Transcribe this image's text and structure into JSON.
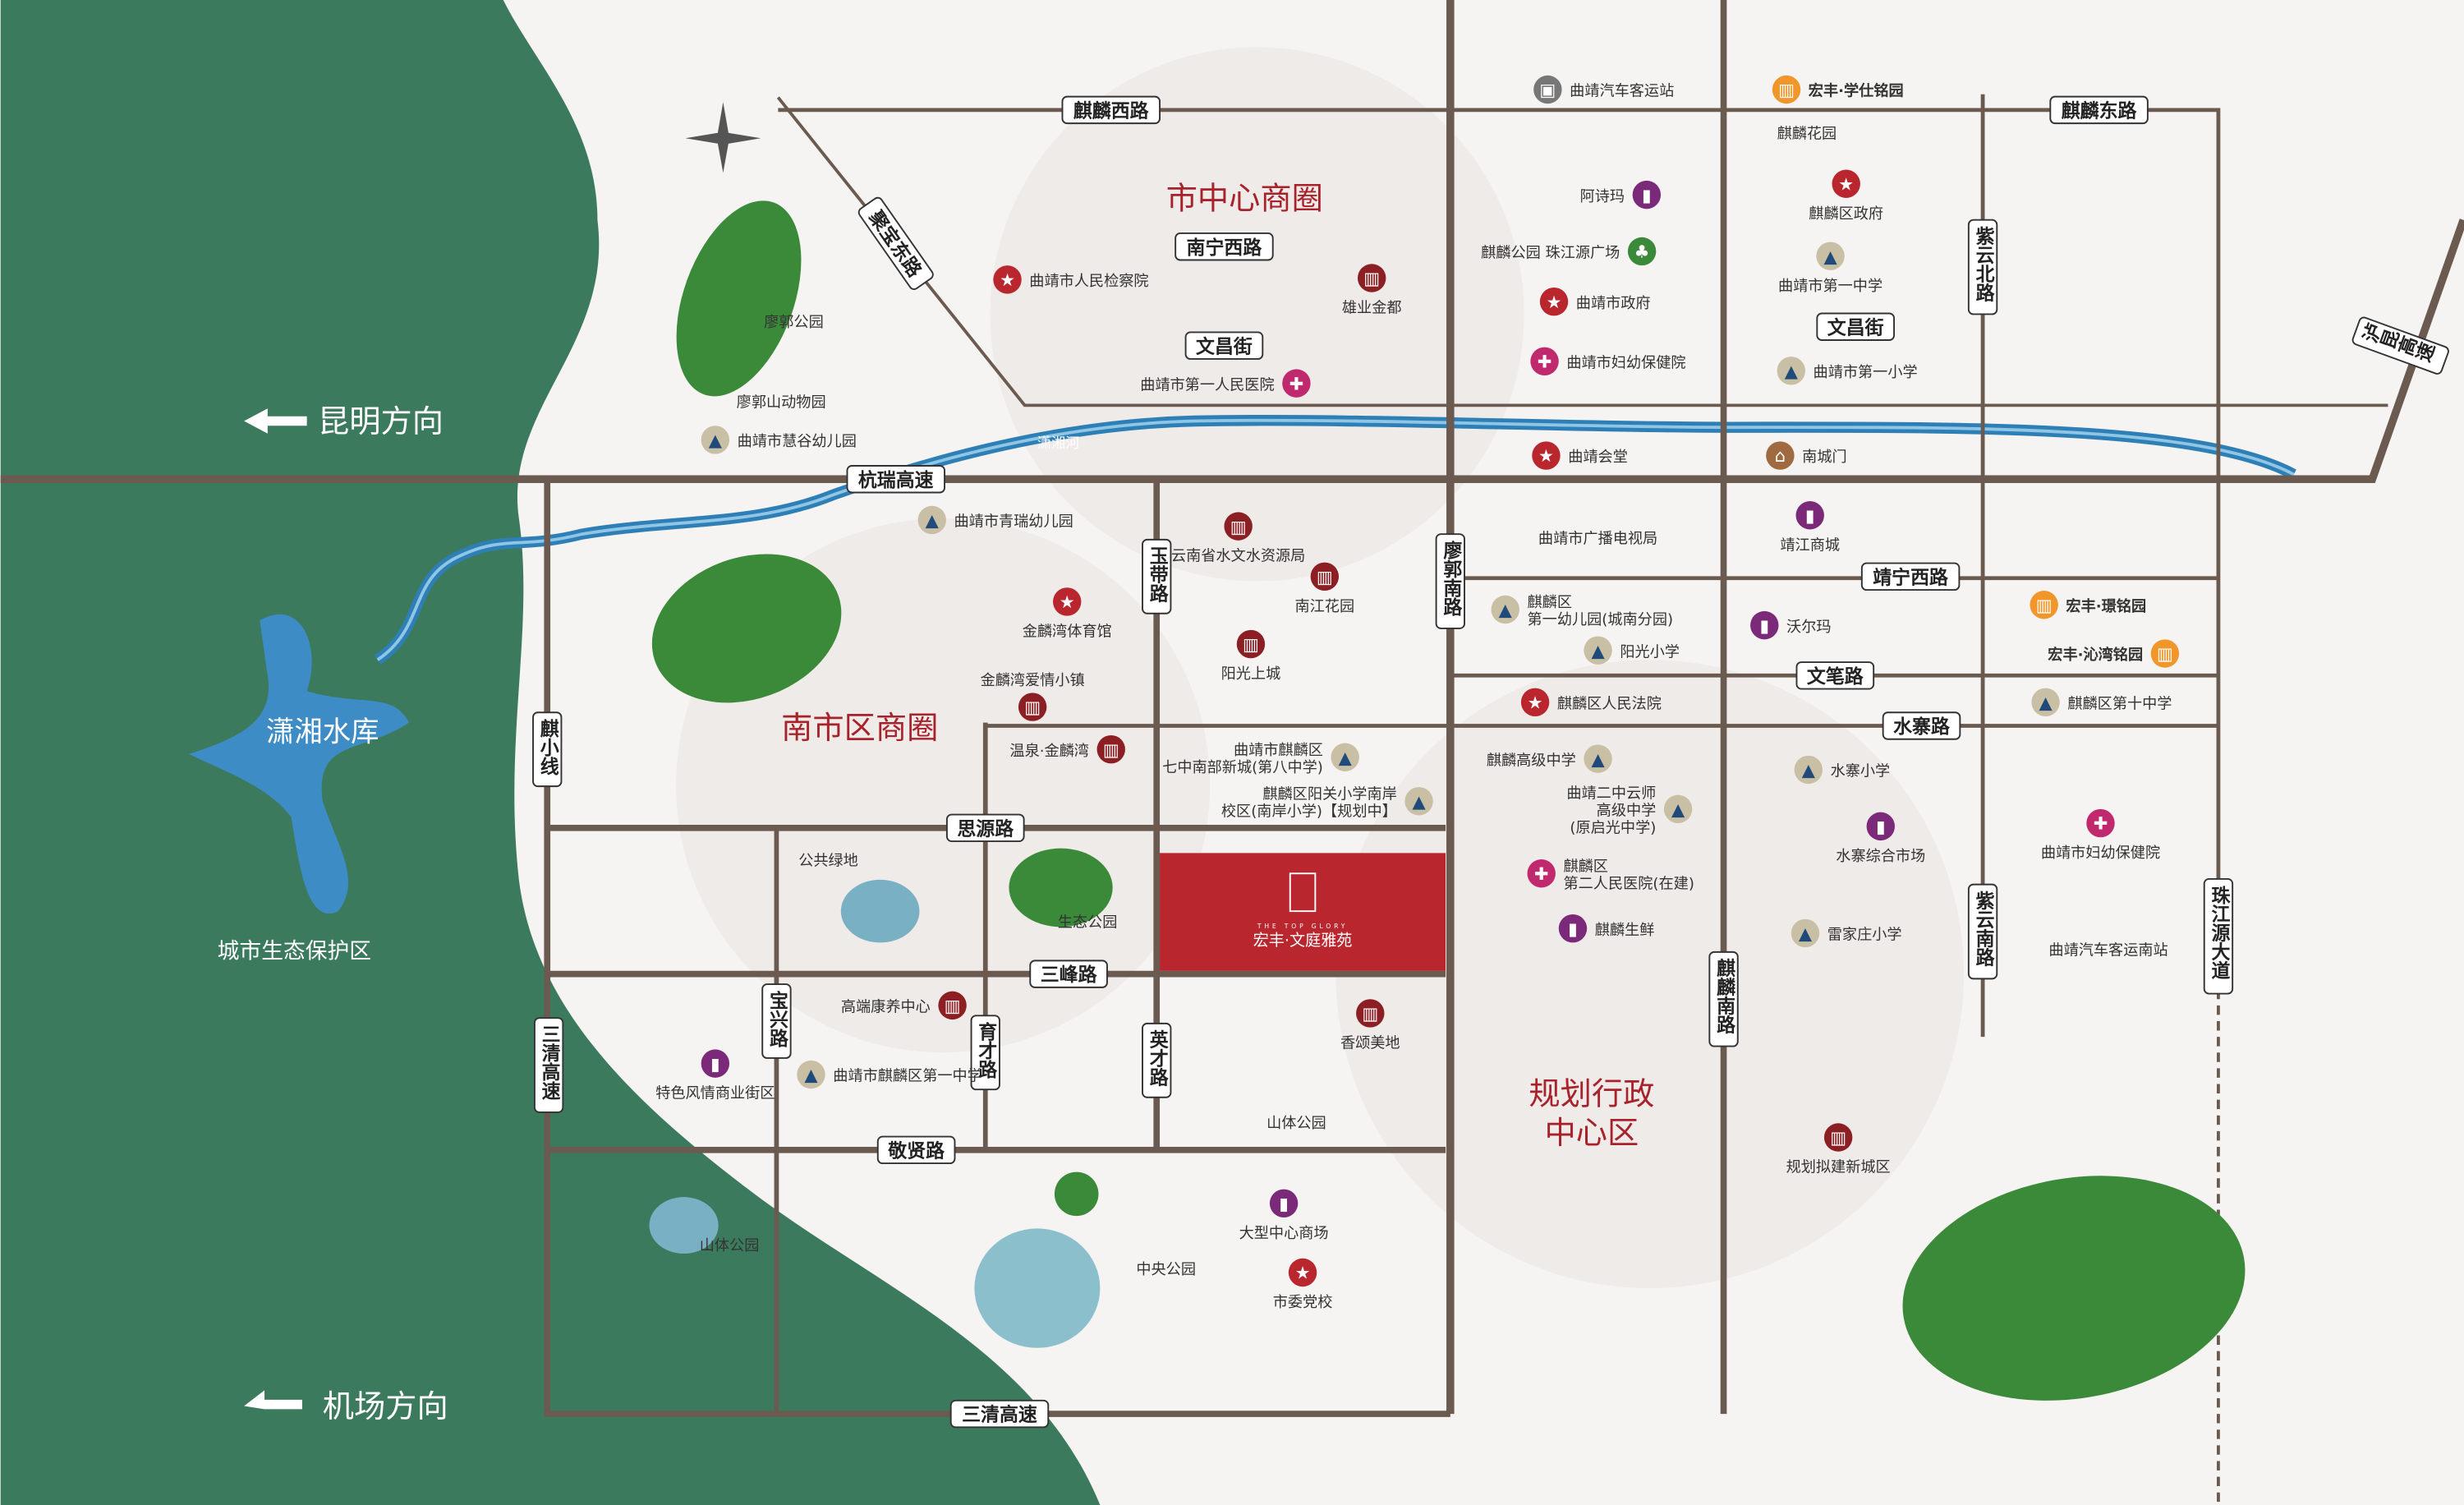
{
  "colors": {
    "forest": "#3c7a5e",
    "river": "#3a8cc4",
    "road": "#6b5a50",
    "project": "#b9262e",
    "accent": "#a8222b",
    "school": "#c9bfa4",
    "gov": "#b9262e",
    "hospital": "#c0296e",
    "shop": "#7a2a78",
    "residential": "#8c1f24",
    "hongfeng": "#f0962a"
  },
  "directions": {
    "kunming": "昆明方向",
    "airport": "机场方向"
  },
  "areas": {
    "city_center": "市中心商圈",
    "south": "南市区商圈",
    "admin_1": "规划行政",
    "admin_2": "中心区",
    "reservoir": "潇湘水库",
    "protect": "城市生态保护区",
    "river": "潇湘河"
  },
  "project": {
    "en": "THE TOP GLORY",
    "name": "宏丰·文庭雅苑"
  },
  "roads": [
    "麒麟西路",
    "麒麟东路",
    "聚宝东路",
    "南宁西路",
    "文昌街",
    "杭瑞高速",
    "玉带路",
    "廖郭南路",
    "紫云北路",
    "泸昆高速",
    "文昌街",
    "靖宁西路",
    "文笔路",
    "水寨路",
    "麒小线",
    "思源路",
    "三峰路",
    "宝兴路",
    "育才路",
    "英才路",
    "敬贤路",
    "三清高速",
    "三清高速",
    "麒麟南路",
    "紫云南路",
    "珠江源大道"
  ],
  "pois": [
    {
      "name": "曲靖汽车客运站",
      "type": "bus"
    },
    {
      "name": "宏丰·学仕铭园",
      "type": "hongfeng"
    },
    {
      "name": "麒麟花园",
      "type": "label"
    },
    {
      "name": "阿诗玛",
      "type": "shop"
    },
    {
      "name": "麒麟公园 珠江源广场",
      "type": "park"
    },
    {
      "name": "曲靖市政府",
      "type": "gov"
    },
    {
      "name": "曲靖市妇幼保健院",
      "type": "hospital"
    },
    {
      "name": "麒麟区政府",
      "type": "gov"
    },
    {
      "name": "曲靖市第一中学",
      "type": "school"
    },
    {
      "name": "曲靖市第一小学",
      "type": "school"
    },
    {
      "name": "曲靖市人民检察院",
      "type": "gov"
    },
    {
      "name": "雄业金都",
      "type": "residential"
    },
    {
      "name": "曲靖市第一人民医院",
      "type": "hospital"
    },
    {
      "name": "廖郭公园",
      "type": "label"
    },
    {
      "name": "廖郭山动物园",
      "type": "label"
    },
    {
      "name": "曲靖市慧谷幼儿园",
      "type": "school"
    },
    {
      "name": "曲靖会堂",
      "type": "gov"
    },
    {
      "name": "南城门",
      "type": "gate"
    },
    {
      "name": "曲靖市青瑞幼儿园",
      "type": "school"
    },
    {
      "name": "云南省水文水资源局",
      "type": "residential"
    },
    {
      "name": "南江花园",
      "type": "residential"
    },
    {
      "name": "金麟湾体育馆",
      "type": "gov"
    },
    {
      "name": "阳光上城",
      "type": "residential"
    },
    {
      "name": "金麟湾爱情小镇",
      "type": "residential"
    },
    {
      "name": "温泉·金麟湾",
      "type": "residential"
    },
    {
      "name": "曲靖市广播电视局",
      "type": "label"
    },
    {
      "name": "靖江商城",
      "type": "shop"
    },
    {
      "name": "麒麟区第一幼儿园(城南分园)",
      "type": "school"
    },
    {
      "name": "阳光小学",
      "type": "school"
    },
    {
      "name": "沃尔玛",
      "type": "shop"
    },
    {
      "name": "宏丰·璟铭园",
      "type": "hongfeng"
    },
    {
      "name": "宏丰·沁湾铭园",
      "type": "hongfeng"
    },
    {
      "name": "麒麟区人民法院",
      "type": "gov"
    },
    {
      "name": "麒麟区第十中学",
      "type": "school"
    },
    {
      "name": "曲靖市麒麟区七中南部新城(第八中学)",
      "type": "school"
    },
    {
      "name": "麒麟区阳关小学南岸校区(南岸小学)【规划中】",
      "type": "school"
    },
    {
      "name": "麒麟高级中学",
      "type": "school"
    },
    {
      "name": "水寨小学",
      "type": "school"
    },
    {
      "name": "曲靖二中云师高级中学(原启光中学)",
      "type": "school"
    },
    {
      "name": "水寨综合市场",
      "type": "shop"
    },
    {
      "name": "曲靖市妇幼保健院",
      "type": "hospital"
    },
    {
      "name": "麒麟区第二人民医院(在建)",
      "type": "hospital"
    },
    {
      "name": "麒麟生鲜",
      "type": "shop"
    },
    {
      "name": "雷家庄小学",
      "type": "school"
    },
    {
      "name": "曲靖汽车客运南站",
      "type": "label"
    },
    {
      "name": "公共绿地",
      "type": "label"
    },
    {
      "name": "生态公园",
      "type": "label"
    },
    {
      "name": "高端康养中心",
      "type": "residential"
    },
    {
      "name": "香颂美地",
      "type": "residential"
    },
    {
      "name": "特色风情商业街区",
      "type": "shop"
    },
    {
      "name": "曲靖市麒麟区第一中学",
      "type": "school"
    },
    {
      "name": "山体公园",
      "type": "label"
    },
    {
      "name": "山体公园",
      "type": "label"
    },
    {
      "name": "中央公园",
      "type": "label"
    },
    {
      "name": "大型中心商场",
      "type": "shop"
    },
    {
      "name": "市委党校",
      "type": "gov"
    },
    {
      "name": "规划拟建新城区",
      "type": "residential"
    }
  ]
}
